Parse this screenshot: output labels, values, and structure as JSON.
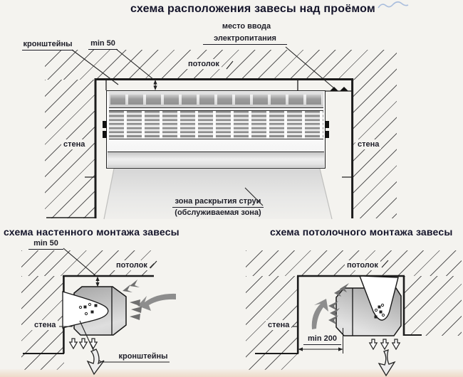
{
  "page": {
    "background": "#f4f3ef",
    "ink_color": "#1c1c1c",
    "text_color": "#1e1e28",
    "title_color": "#14142a",
    "arrow_gray": "#8d8d8d"
  },
  "main_diagram": {
    "title": "схема расположения завесы над проёмом",
    "labels": {
      "brackets": "кронштейны",
      "min_gap": "min 50",
      "power_line1": "место ввода",
      "power_line2": "электропитания",
      "ceiling": "потолок",
      "wall_left": "стена",
      "wall_right": "стена",
      "jet_line1": "зона раскрытия струи",
      "jet_line2": "(обслуживаемая зона)"
    }
  },
  "wall_mount_diagram": {
    "title": "схема настенного монтажа завесы",
    "labels": {
      "min_gap": "min 50",
      "ceiling": "потолок",
      "wall": "стена",
      "brackets": "кронштейны"
    }
  },
  "ceiling_mount_diagram": {
    "title": "схема потолочного монтажа завесы",
    "labels": {
      "ceiling": "потолок",
      "wall": "стена",
      "min_distance": "min 200"
    }
  }
}
